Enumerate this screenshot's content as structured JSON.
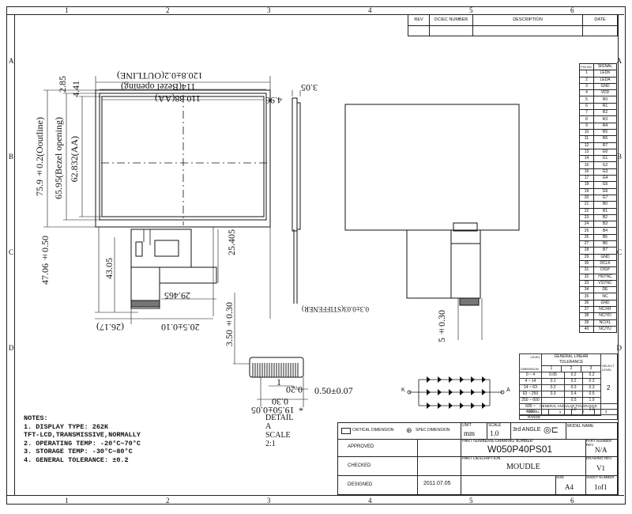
{
  "border": {
    "columns": [
      "1",
      "2",
      "3",
      "4",
      "5",
      "6"
    ],
    "rows": [
      "A",
      "B",
      "C",
      "D"
    ]
  },
  "revision_block": {
    "headers": [
      "REV",
      "DC/EC NUMBER",
      "DESCRIPTION",
      "DATE"
    ]
  },
  "front_view": {
    "outline_width": "120.8±0.2(OUTLINE)",
    "bezel_width": "114(Bezel opening)",
    "aa_width": "110.88(AA)",
    "outline_height": "75.9±0.2(Ooutline)",
    "bezel_height": "65.95(Bezel opening)",
    "aa_height": "62.832(AA)",
    "top_offset_1": "2.85",
    "top_offset_2": "4.41",
    "right_offset": "4.96",
    "fpc_length": "47.06±0.50",
    "fpc_height": "43.05",
    "fpc_width": "29.465",
    "fpc_offset": "25.405",
    "bottom_left": "(26.17)",
    "bottom_right": "20.5±0.10"
  },
  "side_view": {
    "thickness": "3.05",
    "fpc_thickness": "0.3±0.03(STIFFENER)"
  },
  "detail_view": {
    "dim_350": "3.50±0.30",
    "dim_020": "0.20",
    "dim_050": "0.50±0.07",
    "dim_030": "0.30",
    "dim_1950": "19.50±0.05",
    "star": "*",
    "dim_1": "1",
    "label": "DETAIL",
    "letter": "A",
    "scale_label": "SCALE",
    "scale_value": "2:1"
  },
  "back_view": {
    "fpc_dim": "5±0.30"
  },
  "led_circuit": {
    "k_label": "K",
    "a_label": "A"
  },
  "pin_table": {
    "headers": [
      "PIN NO.",
      "SIGNAL"
    ],
    "rows": [
      [
        "1",
        "LEDK"
      ],
      [
        "2",
        "LEDA"
      ],
      [
        "3",
        "GND"
      ],
      [
        "4",
        "VDD"
      ],
      [
        "5",
        "R0"
      ],
      [
        "6",
        "R1"
      ],
      [
        "7",
        "R2"
      ],
      [
        "8",
        "R3"
      ],
      [
        "9",
        "R4"
      ],
      [
        "10",
        "R5"
      ],
      [
        "11",
        "R6"
      ],
      [
        "12",
        "R7"
      ],
      [
        "13",
        "G0"
      ],
      [
        "14",
        "G1"
      ],
      [
        "15",
        "G2"
      ],
      [
        "16",
        "G3"
      ],
      [
        "17",
        "G4"
      ],
      [
        "18",
        "G5"
      ],
      [
        "19",
        "G6"
      ],
      [
        "20",
        "G7"
      ],
      [
        "21",
        "B0"
      ],
      [
        "22",
        "B1"
      ],
      [
        "23",
        "B2"
      ],
      [
        "24",
        "B3"
      ],
      [
        "25",
        "B4"
      ],
      [
        "26",
        "B5"
      ],
      [
        "27",
        "B6"
      ],
      [
        "28",
        "B7"
      ],
      [
        "29",
        "GND"
      ],
      [
        "30",
        "DCLK"
      ],
      [
        "31",
        "DISP"
      ],
      [
        "32",
        "HSYNC"
      ],
      [
        "33",
        "VSYNC"
      ],
      [
        "34",
        "DE"
      ],
      [
        "35",
        "NC"
      ],
      [
        "36",
        "GND"
      ],
      [
        "37",
        "NC/XR"
      ],
      [
        "38",
        "NC/YD"
      ],
      [
        "39",
        "NC/XL"
      ],
      [
        "40",
        "NC/YU"
      ]
    ]
  },
  "tolerance": {
    "linear_title": "GENERAL LINEAR TOLERANCE",
    "level_label": "LEVEL",
    "dim_label": "DIMENSION",
    "levels": [
      "1",
      "2",
      "3"
    ],
    "rows": [
      [
        "0 ~ 4",
        "0.05",
        "0.2",
        "0.2"
      ],
      [
        "4 ~ 14",
        "0.1",
        "0.2",
        "0.3"
      ],
      [
        "14 ~ 63",
        "0.2",
        "0.3",
        "0.3"
      ],
      [
        "63 ~ 250",
        "0.3",
        "0.4",
        "0.5"
      ],
      [
        "250 ~ 600",
        "",
        "0.5",
        "1.0"
      ],
      [
        "600 ~ 4000",
        "",
        "1.0",
        "2.0"
      ]
    ],
    "select_label": "SELECT LEVEL",
    "select_value": "2",
    "angular_title": "GENERAL ANGULAR TOLERANCE",
    "angular_levels": [
      "1",
      "2",
      "3"
    ],
    "range_label": "RANGE"
  },
  "title_block": {
    "critical_dimension": "CRITICAL DIMENSION",
    "spec_dimension": "SPEC DIMENSION",
    "unit_label": "UNIT",
    "unit_value": "mm",
    "scale_label": "SCALE",
    "scale_value": "1.0",
    "projection": "3rd ANGLE",
    "model_name_label": "MODEL NAME",
    "approved_label": "APPROVED",
    "checked_label": "CHECKED",
    "designed_label": "DESIGNED",
    "date": "2011.07.05",
    "part_number_label": "PART NUMBER/E-DRAWING NUMBER",
    "part_number": "W050P40PS01",
    "part_desc_label": "PART DESCRIPTION",
    "part_desc": "MOUDLE",
    "part_number_rev_label": "PART NUMBER REV",
    "part_number_rev": "N/A",
    "drawing_rev_label": "DRAWING REV.",
    "drawing_rev": "V1",
    "size_label": "SIZE",
    "size_value": "A4",
    "sheet_label": "SHEET NUMBER",
    "sheet_value": "1of1"
  },
  "notes": {
    "title": "NOTES:",
    "lines": [
      "1. DISPLAY TYPE: 262K",
      "TFT-LCD,TRANSMISSIVE,NORMALLY",
      "2. OPERATING TEMP: -20°C~70°C",
      "3. STORAGE TEMP: -30°C~80°C",
      "4. GENERAL TOLERANCE: ±0.2"
    ]
  }
}
